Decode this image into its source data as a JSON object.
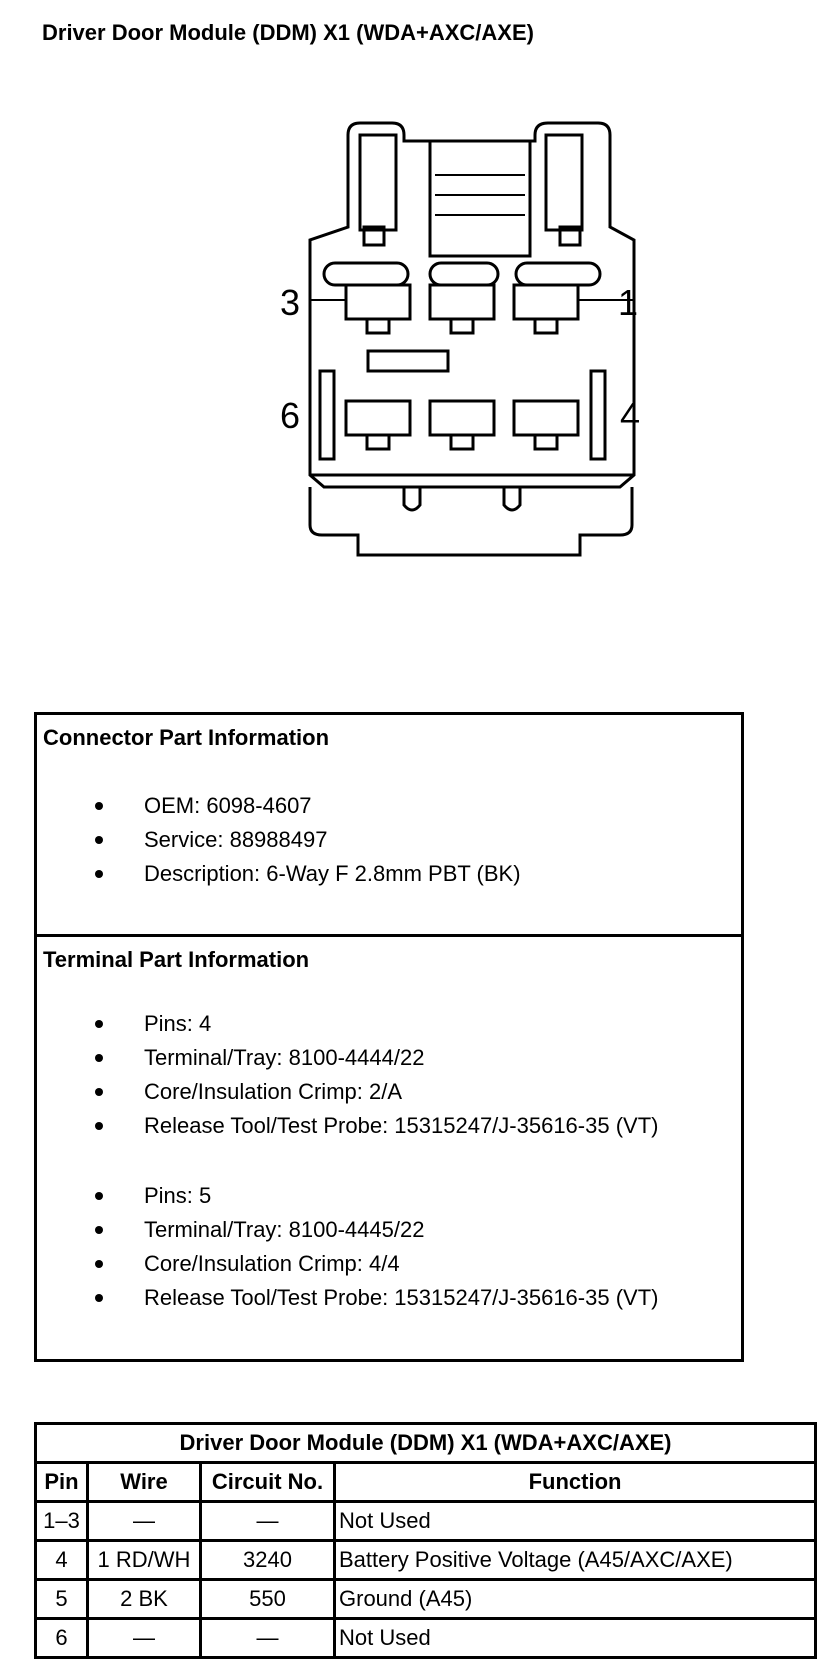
{
  "title": "Driver Door Module (DDM) X1 (WDA+AXC/AXE)",
  "connector_pin_labels": {
    "top_left": "3",
    "top_right": "1",
    "bottom_left": "6",
    "bottom_right": "4"
  },
  "connector_info": {
    "heading": "Connector Part Information",
    "items": [
      "OEM: 6098-4607",
      "Service: 88988497",
      "Description: 6-Way F 2.8mm PBT (BK)"
    ]
  },
  "terminal_info": {
    "heading": "Terminal Part Information",
    "group1": [
      "Pins: 4",
      "Terminal/Tray: 8100-4444/22",
      "Core/Insulation Crimp: 2/A",
      "Release Tool/Test Probe: 15315247/J-35616-35 (VT)"
    ],
    "group2": [
      "Pins: 5",
      "Terminal/Tray: 8100-4445/22",
      "Core/Insulation Crimp: 4/4",
      "Release Tool/Test Probe: 15315247/J-35616-35 (VT)"
    ]
  },
  "pin_table": {
    "caption": "Driver Door Module (DDM) X1 (WDA+AXC/AXE)",
    "headers": [
      "Pin",
      "Wire",
      "Circuit No.",
      "Function"
    ],
    "rows": [
      [
        "1–3",
        "—",
        "—",
        "Not Used"
      ],
      [
        "4",
        "1 RD/WH",
        "3240",
        "Battery Positive Voltage (A45/AXC/AXE)"
      ],
      [
        "5",
        "2 BK",
        "550",
        "Ground (A45)"
      ],
      [
        "6",
        "—",
        "—",
        "Not Used"
      ]
    ]
  }
}
